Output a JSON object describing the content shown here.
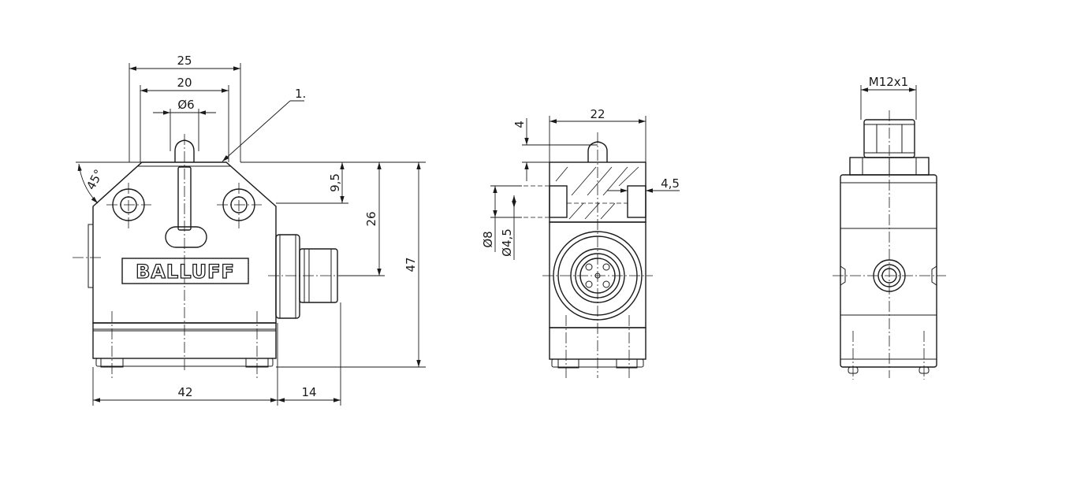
{
  "views": {
    "side": {
      "dims": {
        "width_25": "25",
        "width_20": "20",
        "dia_6": "Ø6",
        "callout": "1.",
        "angle": "45°",
        "height_9_5": "9,5",
        "height_26": "26",
        "height_47": "47",
        "width_42": "42",
        "width_14": "14"
      },
      "logo": "BALLUFF"
    },
    "front": {
      "dims": {
        "width_22": "22",
        "height_4": "4",
        "width_4_5": "4,5",
        "dia_8": "Ø8",
        "dia_4_5": "Ø4,5"
      }
    },
    "rear": {
      "dims": {
        "thread": "M12x1"
      }
    }
  }
}
